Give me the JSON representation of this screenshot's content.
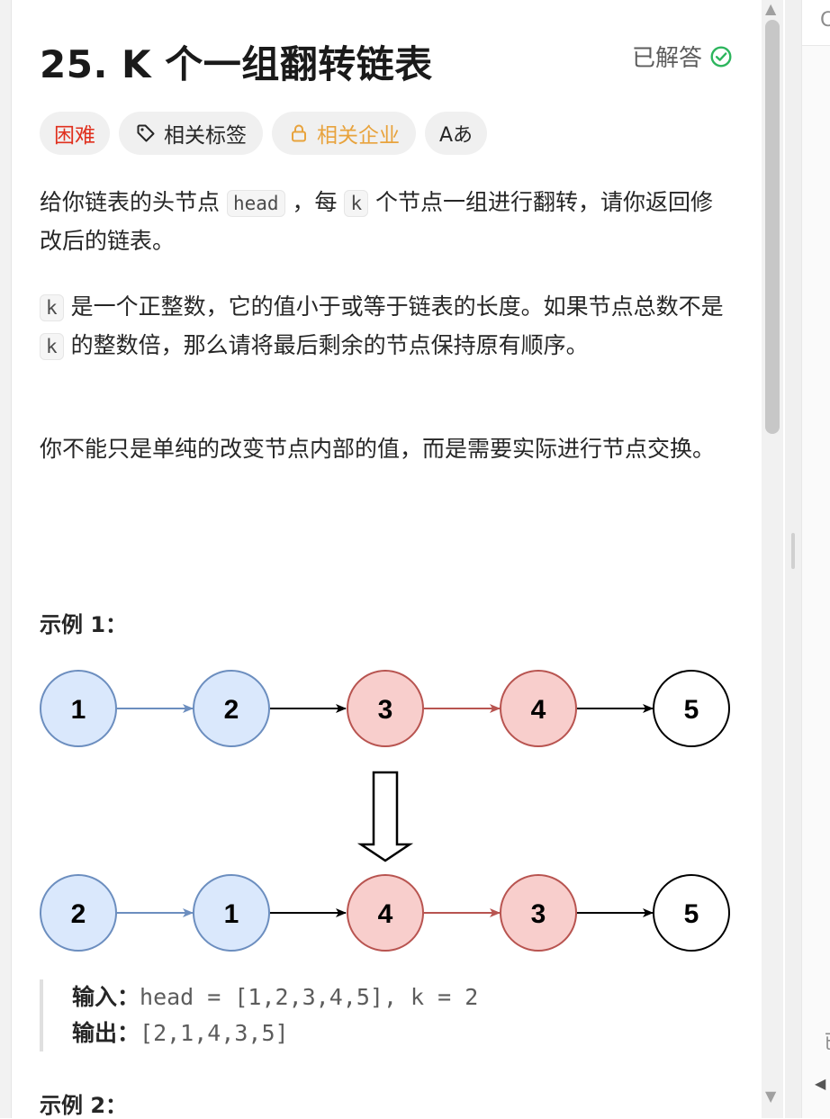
{
  "problem": {
    "title": "25. K 个一组翻转链表",
    "status": "已解答",
    "tags": {
      "difficulty": "困难",
      "related_tags": "相关标签",
      "related_companies": "相关企业",
      "language_toggle": "Aあ"
    },
    "description": {
      "p1_a": "给你链表的头节点 ",
      "p1_code1": "head",
      "p1_b": " ，每 ",
      "p1_code2": "k",
      "p1_c": " 个节点一组进行翻转，请你返回修改后的链表。",
      "p2_code1": "k",
      "p2_a": " 是一个正整数，它的值小于或等于链表的长度。如果节点总数不是 ",
      "p2_code2": "k",
      "p2_b": " 的整数倍，那么请将最后剩余的节点保持原有顺序。",
      "p3": "你不能只是单纯的改变节点内部的值，而是需要实际进行节点交换。"
    },
    "example1": {
      "title": "示例 1：",
      "input_label": "输入：",
      "input_value": "head = [1,2,3,4,5], k = 2",
      "output_label": "输出：",
      "output_value": "[2,1,4,3,5]",
      "diagram": {
        "top_row": [
          "1",
          "2",
          "3",
          "4",
          "5"
        ],
        "bottom_row": [
          "2",
          "1",
          "4",
          "3",
          "5"
        ],
        "colors": {
          "blue_fill": "#dae8fc",
          "blue_stroke": "#6c8ebf",
          "red_fill": "#f8cecc",
          "red_stroke": "#b85450",
          "plain_fill": "#ffffff",
          "plain_stroke": "#000000"
        }
      }
    },
    "example2": {
      "title": "示例 2："
    }
  },
  "right_panel": {
    "top_glyph": "C",
    "bottom_glyph": "已"
  }
}
